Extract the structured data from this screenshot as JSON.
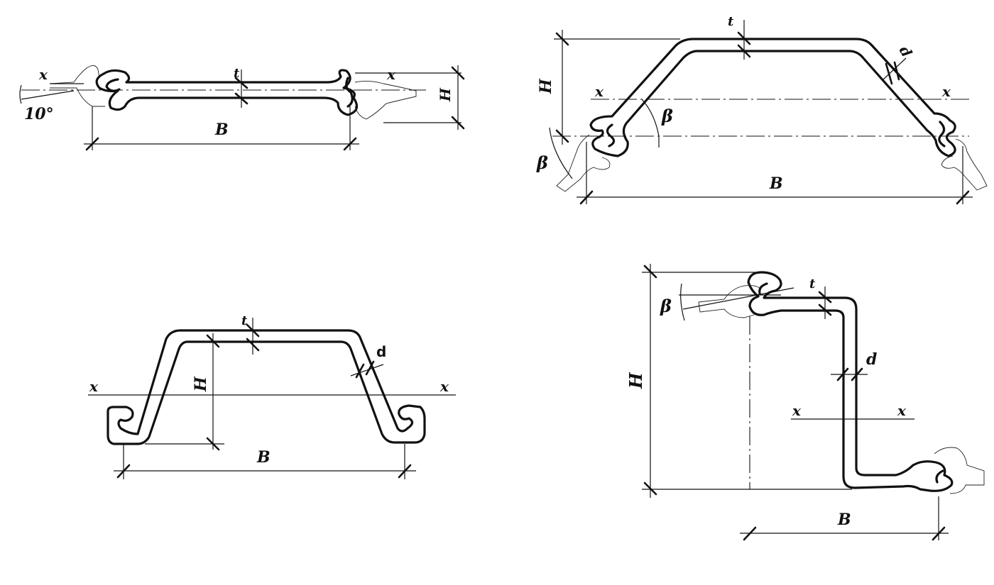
{
  "colors": {
    "ink": "#111111",
    "paper": "#ffffff"
  },
  "profiles": [
    {
      "id": "flat",
      "labels": {
        "x_left": "x",
        "x_right": "x",
        "t": "t",
        "H": "H",
        "B": "B",
        "angle": "10°"
      }
    },
    {
      "id": "trough",
      "labels": {
        "H": "H",
        "t": "t",
        "d": "d",
        "x_left": "x",
        "x_right": "x",
        "beta_top": "β",
        "beta_bottom": "β",
        "B": "B"
      }
    },
    {
      "id": "u-shape",
      "labels": {
        "t": "t",
        "d": "d",
        "H": "H",
        "x_left": "x",
        "x_right": "x",
        "B": "B"
      }
    },
    {
      "id": "z-shape",
      "labels": {
        "beta": "β",
        "t": "t",
        "H": "H",
        "d": "d",
        "x_left": "x",
        "x_right": "x",
        "B": "B"
      }
    }
  ]
}
